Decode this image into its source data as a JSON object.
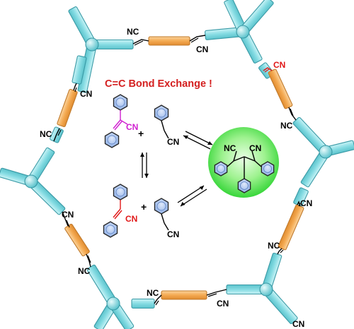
{
  "title": "C=C Bond Exchange !",
  "operators": [
    "+",
    "+"
  ],
  "labels": {
    "nc": "NC",
    "cn": "CN"
  },
  "colors": {
    "title": "#d42020",
    "cyan_fill": "#8fe0e6",
    "cyan_stroke": "#3a9aa6",
    "orange_fill": "#f6b05c",
    "orange_stroke": "#c0792a",
    "benzene_fill": "#a9c4f0",
    "benzene_stroke": "#262626",
    "dimer_sphere": "#3fe03a",
    "magenta": "#d020d0",
    "red_alkene": "#e01818"
  },
  "icons": [
    "double-equilibrium-arrow-icon",
    "benzene-ring-icon",
    "green-sphere-icon"
  ]
}
